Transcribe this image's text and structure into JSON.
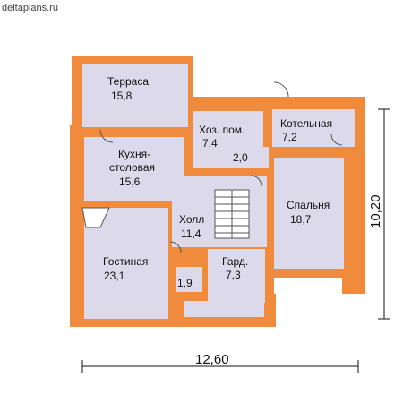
{
  "watermark": "deltaplans.ru",
  "rooms": [
    {
      "name": "Терраса",
      "area": "15,8"
    },
    {
      "name": "Хоз. пом.",
      "area": "7,4"
    },
    {
      "name": "Котельная",
      "area": "7,2"
    },
    {
      "name_line1": "Кухня-",
      "name_line2": "столовая",
      "area": "15,6"
    },
    {
      "area": "2,0"
    },
    {
      "name": "Спальня",
      "area": "18,7"
    },
    {
      "name": "Холл",
      "area": "11,4"
    },
    {
      "name": "Гостиная",
      "area": "23,1"
    },
    {
      "name": "Гард.",
      "area": "7,3"
    },
    {
      "area": "1,9"
    }
  ],
  "dimensions": {
    "width": "12,60",
    "height": "10,20"
  },
  "colors": {
    "wall": "#f08a3c",
    "floor": "#dcdaea",
    "outline": "#555555"
  }
}
